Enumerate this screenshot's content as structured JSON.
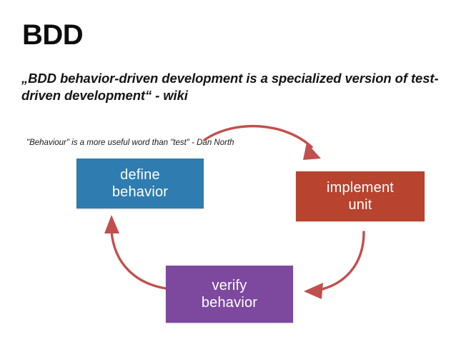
{
  "slide": {
    "title": "BDD",
    "subtitle": "„BDD behavior-driven development is a specialized version of test-driven development“ - wiki",
    "small_quote": "\"Behaviour\" is a more useful word than \"test\" - Dan North",
    "background_color": "#ffffff"
  },
  "cycle": {
    "boxes": [
      {
        "id": "define",
        "label": "define\nbehavior",
        "color": "#2f7cb0",
        "text_color": "#ffffff"
      },
      {
        "id": "implement",
        "label": "implement\nunit",
        "color": "#b8432f",
        "text_color": "#ffffff"
      },
      {
        "id": "verify",
        "label": "verify\nbehavior",
        "color": "#7c499f",
        "text_color": "#ffffff"
      }
    ],
    "arrows": [
      {
        "id": "define-to-implement",
        "from": "define",
        "to": "implement",
        "color": "#c0504d"
      },
      {
        "id": "implement-to-verify",
        "from": "implement",
        "to": "verify",
        "color": "#c0504d"
      },
      {
        "id": "verify-to-define",
        "from": "verify",
        "to": "define",
        "color": "#c0504d"
      }
    ]
  }
}
